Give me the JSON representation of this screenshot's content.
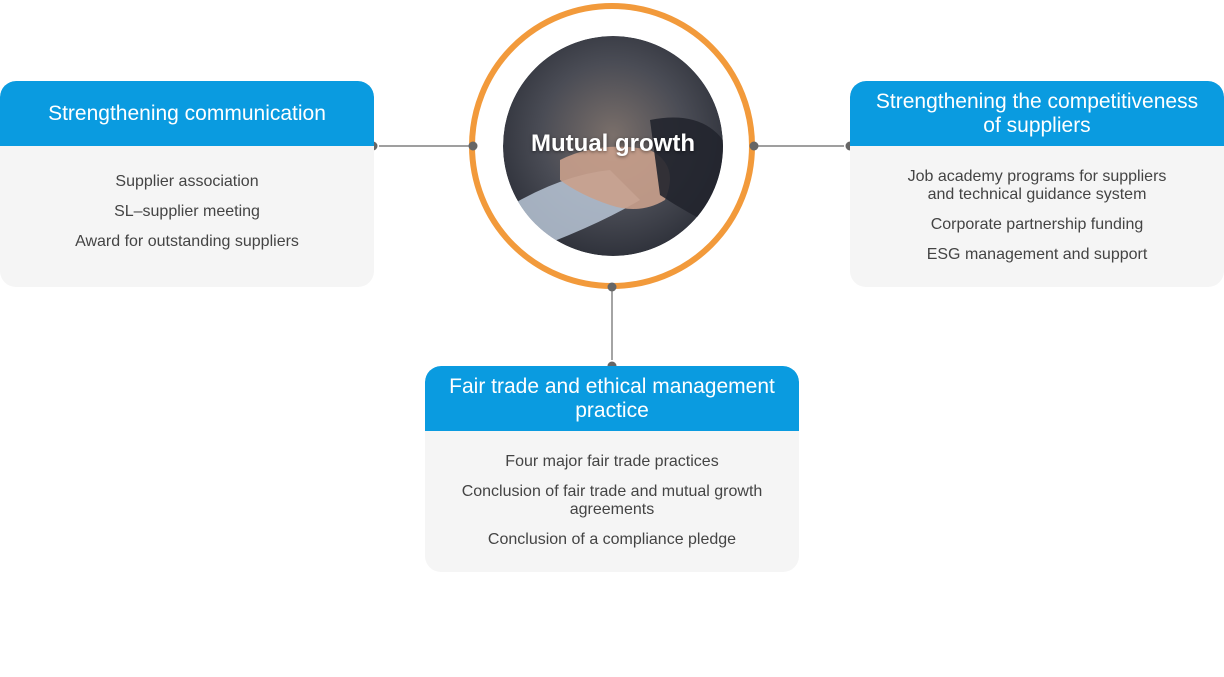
{
  "center": {
    "label": "Mutual growth"
  },
  "colors": {
    "accent_blue": "#0a9be0",
    "ring_orange": "#f29a3b",
    "connector": "#666666",
    "card_bg": "#f5f5f5"
  },
  "cards": {
    "left": {
      "title": "Strengthening communication",
      "items": [
        "Supplier association",
        "SL–supplier meeting",
        "Award for outstanding suppliers"
      ]
    },
    "right": {
      "title_lines": [
        "Strengthening the competitiveness",
        "of suppliers"
      ],
      "items": [
        [
          "Job academy programs for suppliers",
          "and technical guidance system"
        ],
        [
          "Corporate partnership funding"
        ],
        [
          "ESG management and support"
        ]
      ]
    },
    "bottom": {
      "title_lines": [
        "Fair trade and ethical management",
        "practice"
      ],
      "items": [
        [
          "Four major fair trade practices"
        ],
        [
          "Conclusion of fair trade and mutual growth",
          "agreements"
        ],
        [
          "Conclusion of a compliance pledge"
        ]
      ]
    }
  }
}
